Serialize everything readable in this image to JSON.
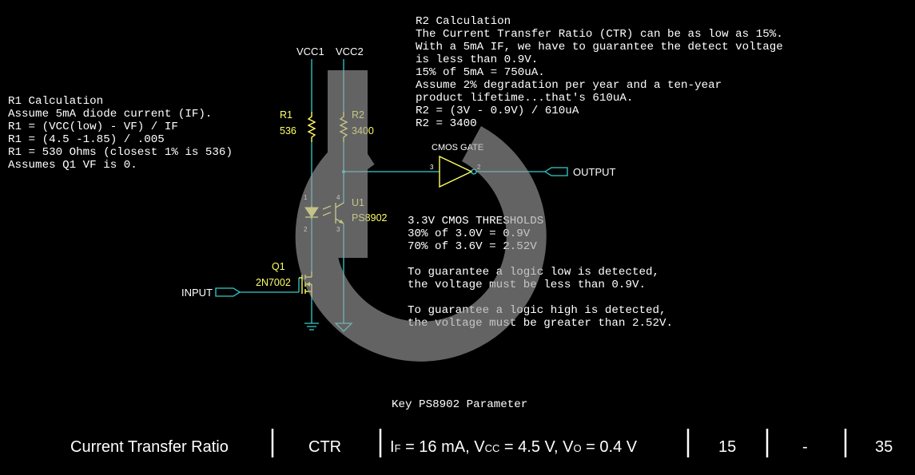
{
  "r1_calc": [
    "R1 Calculation",
    "Assume 5mA diode current (IF).",
    "R1 = (VCC(low) - VF) / IF",
    "R1 = (4.5 -1.85) / .005",
    "R1 = 530 Ohms (closest 1% is 536)",
    "Assumes Q1 VF is 0."
  ],
  "r2_calc": [
    "R2 Calculation",
    "The Current Transfer Ratio (CTR) can be as low as 15%.",
    "With a 5mA IF, we have to guarantee the detect voltage",
    "is less than 0.9V.",
    "15% of 5mA = 750uA.",
    "Assume 2% degradation per year and a ten-year",
    "product lifetime...that's 610uA.",
    "R2 = (3V - 0.9V) / 610uA",
    "R2 = 3400"
  ],
  "thresholds": [
    "3.3V CMOS THRESHOLDS",
    "30% of 3.0V = 0.9V",
    "70% of 3.6V = 2.52V",
    "",
    "To guarantee a logic low is detected,",
    "the voltage must be less than 0.9V.",
    "",
    "To guarantee a logic high is detected,",
    "the voltage must be greater than 2.52V."
  ],
  "schematic": {
    "vcc1": "VCC1",
    "vcc2": "VCC2",
    "r1_ref": "R1",
    "r1_val": "536",
    "r2_ref": "R2",
    "r2_val": "3400",
    "u1_ref": "U1",
    "u1_part": "PS8902",
    "q1_ref": "Q1",
    "q1_part": "2N7002",
    "input": "INPUT",
    "output": "OUTPUT",
    "gate_label": "CMOS GATE",
    "pins": {
      "led_anode": "1",
      "led_cathode": "2",
      "tr_collector": "4",
      "tr_emitter": "3",
      "gate_in": "3",
      "gate_out": "2"
    }
  },
  "table": {
    "caption": "Key PS8902 Parameter",
    "parameter": "Current Transfer Ratio",
    "symbol": "CTR",
    "cond": {
      "i_main": "I",
      "i_sub": "F",
      "i_val": " = 16 mA, V",
      "v_sub": "CC",
      "v_val": " = 4.5 V, V",
      "o_sub": "O",
      "o_val": " = 0.4 V"
    },
    "min": "15",
    "typ": "-",
    "max": "35"
  },
  "colors": {
    "wire": "#33cccc",
    "component": "#ffff66",
    "text": "#ffffff",
    "watermark": "#a0a0a0",
    "background": "#000000"
  }
}
